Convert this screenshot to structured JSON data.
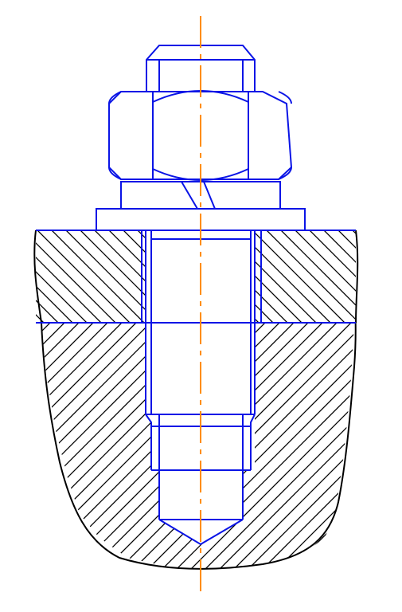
{
  "diagram": {
    "subject": "stud-bolt-hex-nut-washer-section",
    "colors": {
      "outline_part": "#0a14e6",
      "outline_body": "#000000",
      "hatch": "#000000",
      "centerline": "#ff8c00",
      "background": "#ffffff"
    },
    "components": [
      "stud-end",
      "hex-nut",
      "spring-washer",
      "flat-washer",
      "upper-plate",
      "lower-body",
      "threaded-hole"
    ]
  }
}
